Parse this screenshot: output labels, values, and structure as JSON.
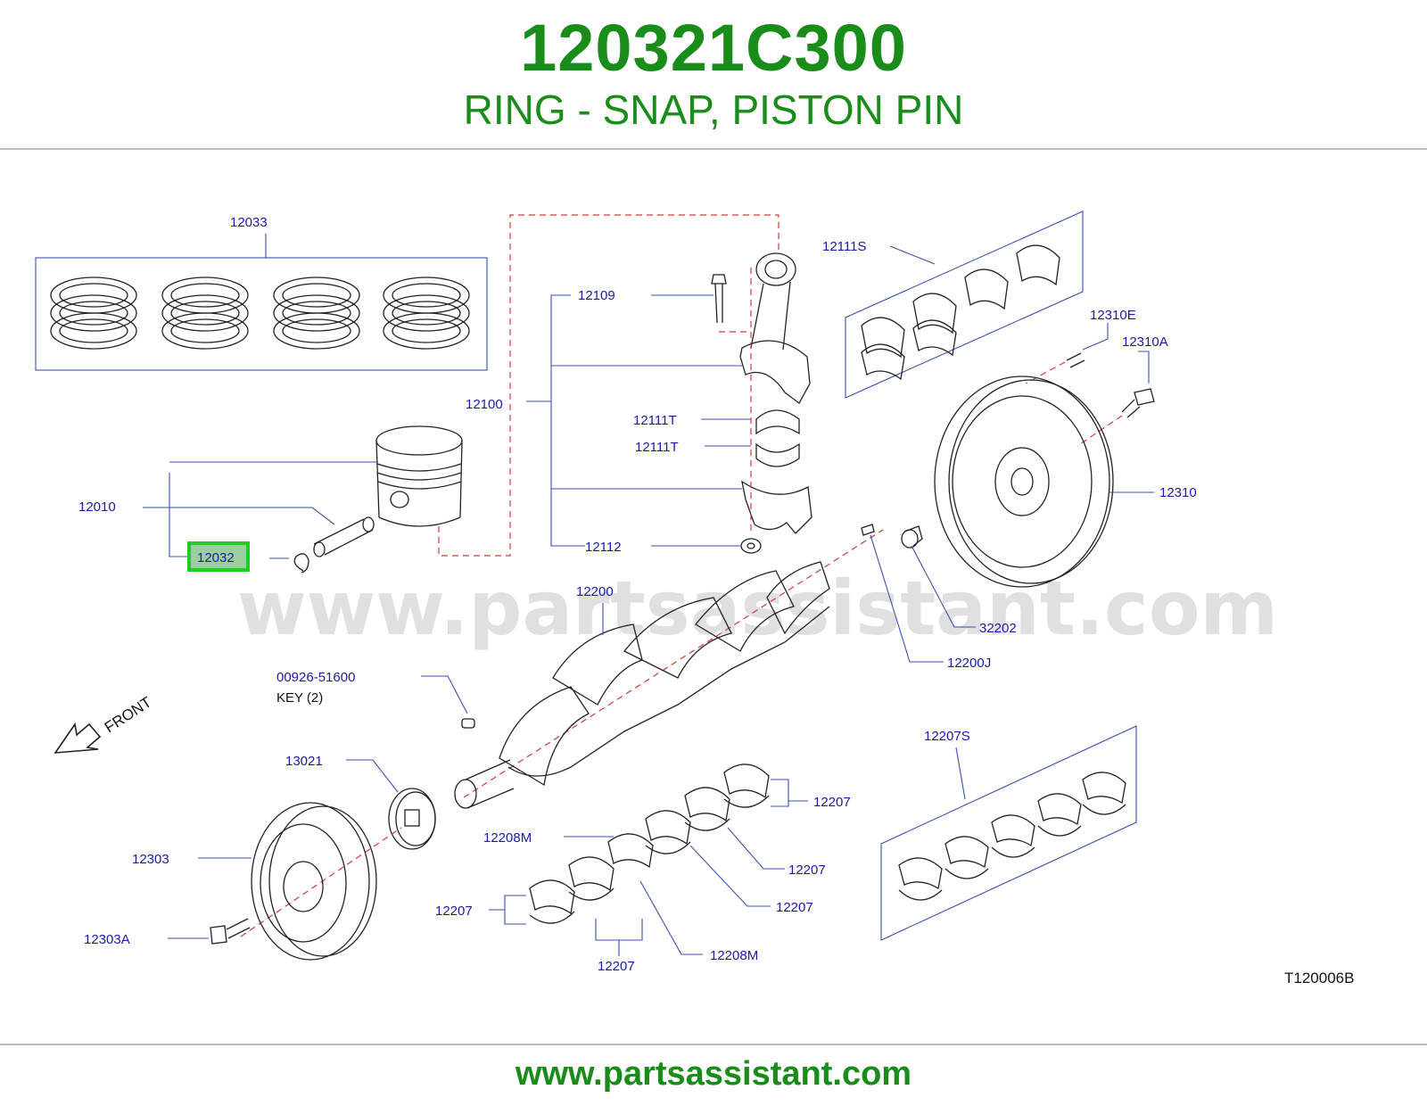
{
  "header": {
    "part_number": "120321C300",
    "description": "RING - SNAP, PISTON PIN"
  },
  "diagram": {
    "watermark": "www.partsassistant.com",
    "drawing_code": "T120006B",
    "highlight_color": "#22cc22",
    "labels": {
      "piston_ring_set": "12033",
      "piston": "12010",
      "snap_ring": "12032",
      "bolt": "12109",
      "conn_rod_assy": "12100",
      "bearing_upper": "12111T",
      "bearing_lower": "12111T",
      "nut": "12112",
      "bearing_set": "12111S",
      "dowel": "12310E",
      "flywheel_bolt": "12310A",
      "flywheel": "12310",
      "crankshaft": "12200",
      "bushing": "32202",
      "crank_pin": "12200J",
      "key_part": "00926-51600",
      "key_note": "KEY  (2)",
      "front": "FRONT",
      "sprocket": "13021",
      "pulley": "12303",
      "pulley_bolt": "12303A",
      "main_bearing_set": "12207S",
      "main_bearing_a": "12207",
      "main_bearing_b": "12207",
      "main_bearing_c": "12207",
      "main_bearing_d": "12207",
      "main_bearing_e": "12207",
      "thrust_upper": "12208M",
      "thrust_lower": "12208M"
    }
  },
  "footer": {
    "url": "www.partsassistant.com"
  }
}
